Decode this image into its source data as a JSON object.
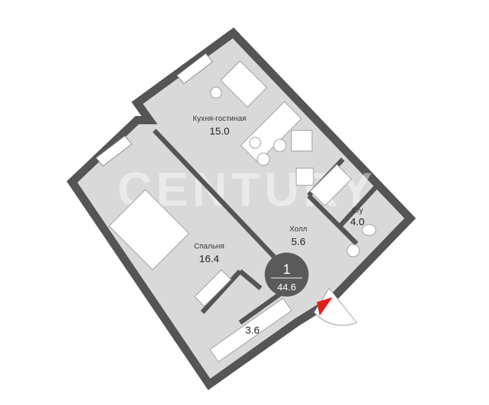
{
  "watermark": "CENTURY",
  "rooms": [
    {
      "name": "Кухня-гостиная",
      "area": "15.0"
    },
    {
      "name": "Спальня",
      "area": "16.4"
    },
    {
      "name": "Холл",
      "area": "5.6"
    },
    {
      "name": "С/у",
      "area": "4.0"
    },
    {
      "name": "",
      "area": "3.6"
    }
  ],
  "summary": {
    "rooms_count": "1",
    "total_area": "44.6"
  },
  "colors": {
    "wall": "#555555",
    "floor": "#d9d9d9",
    "entrance": "#e0201b",
    "badge": "#5a5a5a"
  }
}
